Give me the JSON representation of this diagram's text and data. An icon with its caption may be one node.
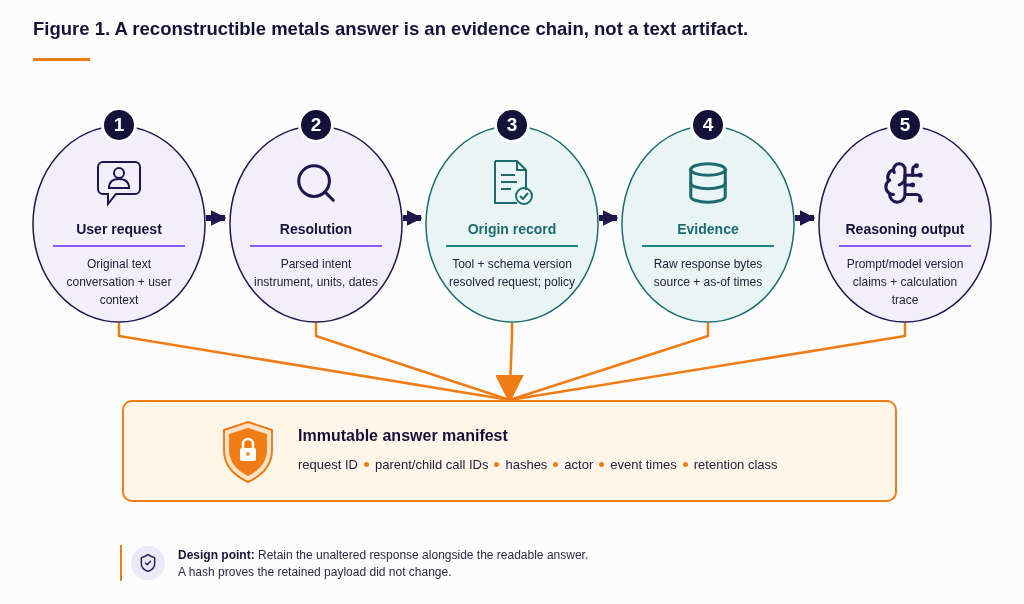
{
  "diagram": {
    "title": "Figure 1. A reconstructible metals answer is an evidence chain, not a text artifact.",
    "nodes": [
      {
        "text": [
          "User request",
          "Original text conversation + user context"
        ],
        "beside": [
          "1"
        ]
      },
      {
        "text": [
          "Resolution",
          "Parsed intent instrument, units, dates"
        ],
        "beside": [
          "2"
        ]
      },
      {
        "text": [
          "Origin record",
          "Tool + schema version resolved request; policy"
        ],
        "beside": [
          "3"
        ]
      },
      {
        "text": [
          "Evidence",
          "Raw response bytes source + as-of times"
        ],
        "beside": [
          "4"
        ]
      },
      {
        "text": [
          "Reasoning output",
          "Prompt/model version claims + calculation trace"
        ],
        "beside": [
          "5"
        ]
      },
      {
        "text": [
          "Immutable answer manifest",
          "request ID",
          "parent/child call IDs",
          "hashes",
          "actor",
          "event times",
          "retention class"
        ]
      }
    ],
    "edges": [
      {
        "from": 0,
        "to": 1,
        "arrow": "to",
        "style": "thick",
        "color": "#1f1650"
      },
      {
        "from": 1,
        "to": 2,
        "arrow": "to",
        "style": "thick",
        "color": "#1f1650"
      },
      {
        "from": 2,
        "to": 3,
        "arrow": "to",
        "style": "thick",
        "color": "#1f1650"
      },
      {
        "from": 3,
        "to": 4,
        "arrow": "to",
        "style": "thick",
        "color": "#1f1650"
      },
      {
        "from": 0,
        "to": 5,
        "arrow": "to"
      },
      {
        "from": 1,
        "to": 5,
        "arrow": "to"
      },
      {
        "from": 2,
        "to": 5,
        "arrow": "to"
      },
      {
        "from": 3,
        "to": 5,
        "arrow": "to"
      },
      {
        "from": 4,
        "to": 5,
        "arrow": "to"
      }
    ],
    "labels": [
      "**Design point:** Retain the unaltered response alongside the readable answer. A hash proves the retained payload did not change."
    ]
  }
}
